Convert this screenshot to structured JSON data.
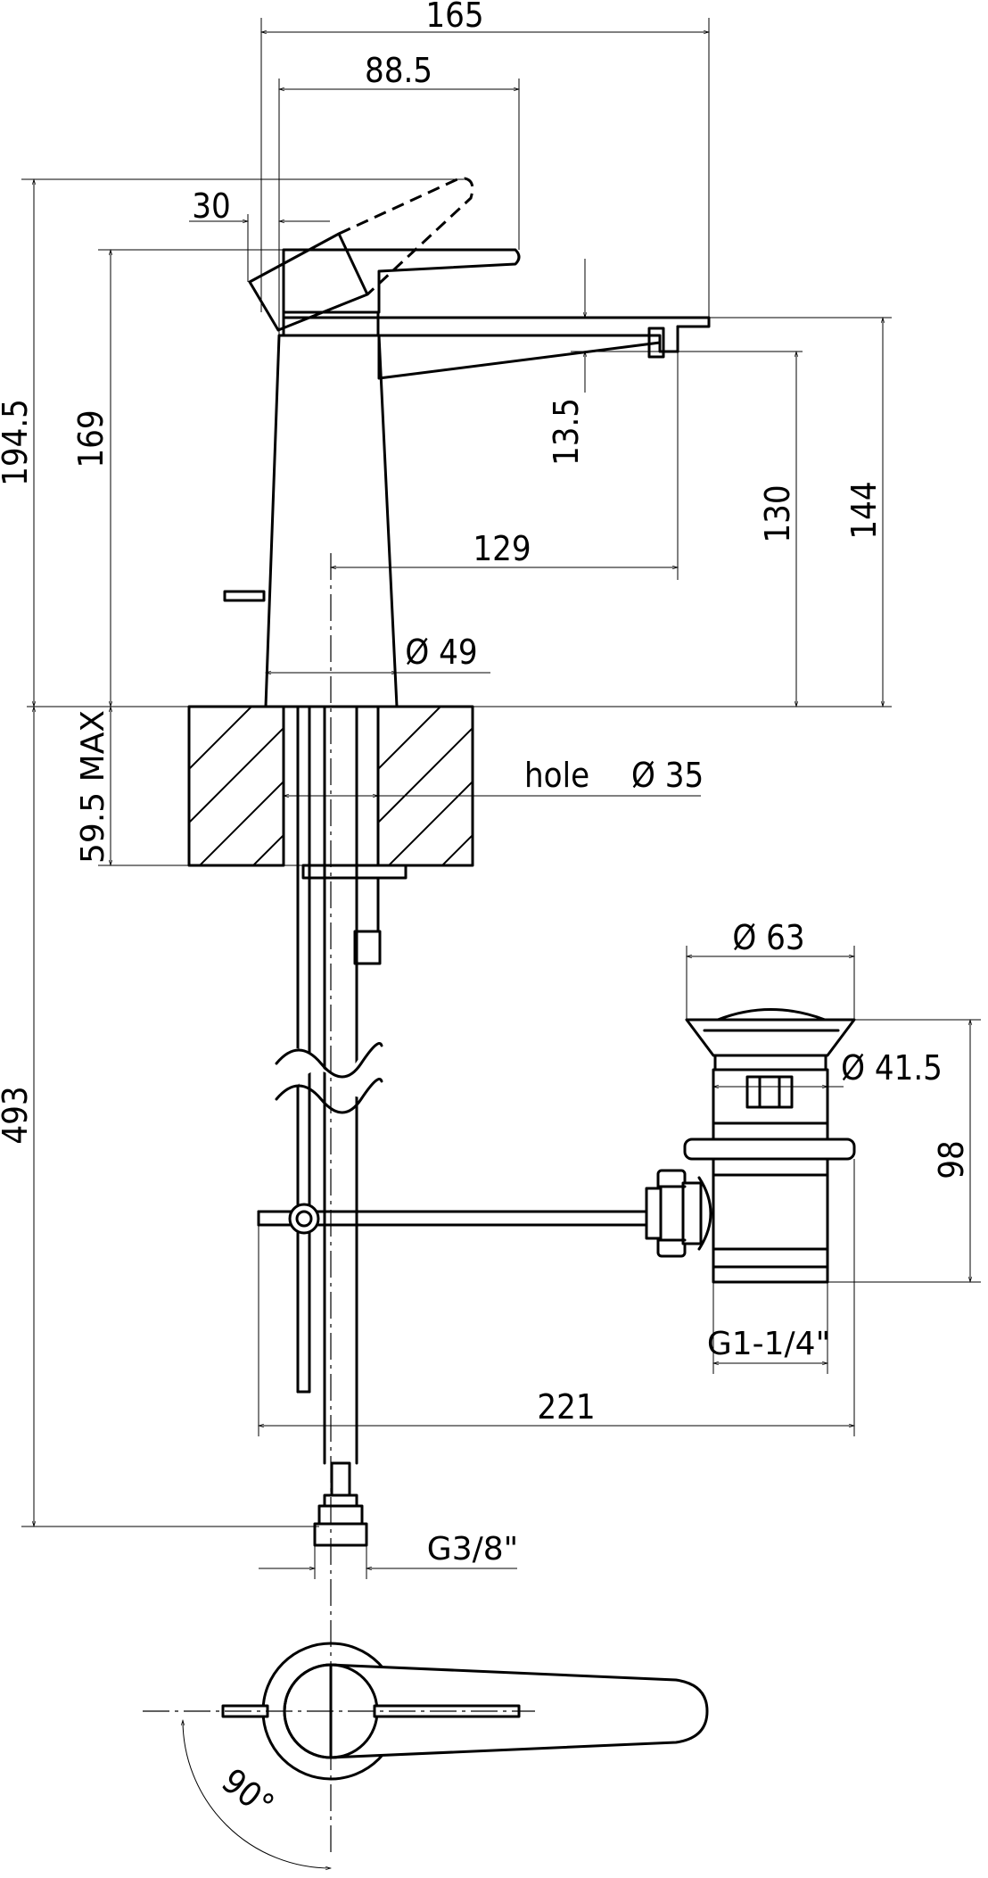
{
  "dimensions": {
    "width_total": "165",
    "spout_reach_top": "88.5",
    "lever_offset": "30",
    "height_total": "194.5",
    "height_lever": "169",
    "spout_drop": "13.5",
    "spout_projection": "129",
    "height_outlet": "130",
    "height_spout": "144",
    "body_diameter": "Ø 49",
    "hole_label": "hole",
    "hole_diameter": "Ø 35",
    "max_deck": "59.5 MAX",
    "hose_length": "493",
    "waste_top_diameter": "Ø 63",
    "waste_inner_diameter": "Ø 41.5",
    "waste_height": "98",
    "waste_thread": "G1-1/4\"",
    "rod_length": "221",
    "supply_thread": "G3/8\"",
    "rotation_angle": "90°"
  }
}
